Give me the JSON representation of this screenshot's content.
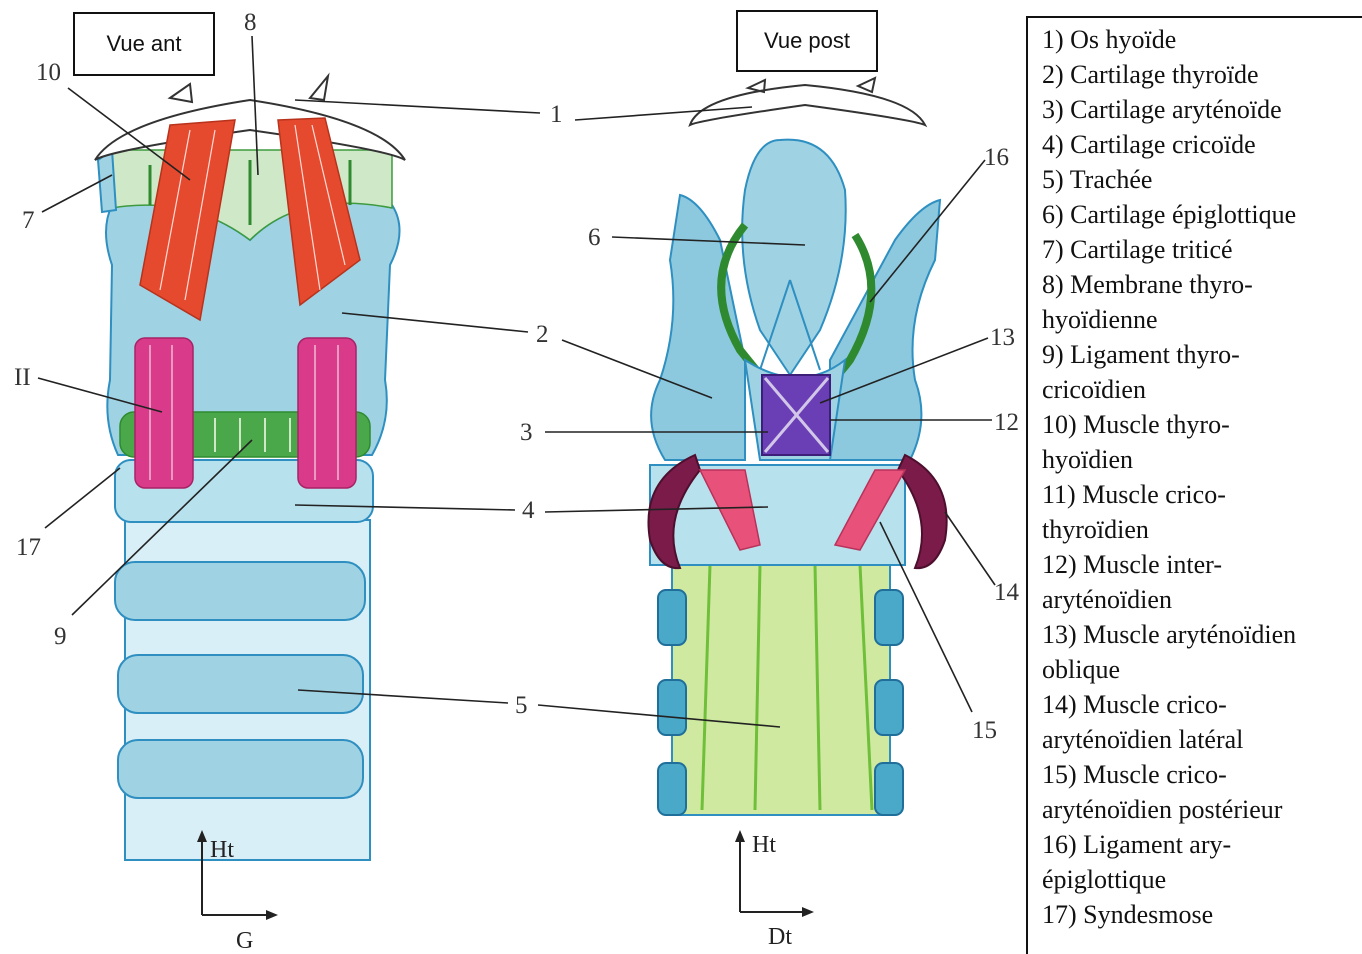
{
  "views": {
    "anterior": "Vue ant",
    "posterior": "Vue post"
  },
  "callouts_left": [
    "10",
    "8",
    "1",
    "7",
    "2",
    "II",
    "17",
    "4",
    "9",
    "5"
  ],
  "callouts_right": [
    "16",
    "6",
    "13",
    "3",
    "12",
    "14",
    "15"
  ],
  "axes_left": {
    "up": "Ht",
    "side": "G"
  },
  "axes_right": {
    "up": "Ht",
    "side": "Dt"
  },
  "legend": [
    "1) Os hyoïde",
    "2) Cartilage thyroïde",
    "3) Cartilage aryténoïde",
    "4) Cartilage cricoïde",
    "5) Trachée",
    "6) Cartilage épiglottique",
    "7) Cartilage triticé",
    "8) Membrane thyro-\nhyoïdienne",
    "9) Ligament thyro-\ncricoïdien",
    "10) Muscle thyro-\nhyoïdien",
    "11) Muscle crico-\nthyroïdien",
    "12) Muscle inter-\naryténoïdien",
    "13) Muscle aryténoïdien\noblique",
    "14) Muscle crico-\naryténoïdien latéral",
    "15) Muscle crico-\naryténoïdien postérieur",
    "16) Ligament ary-\népiglottique",
    "17) Syndesmose"
  ],
  "colors": {
    "cartilage": "#9fd3e4",
    "cartilage_outline": "#2e8fc0",
    "membrane": "#3e9a3e",
    "muscle_red": "#e64a2e",
    "muscle_pink": "#d93b8a",
    "muscle_purple": "#5a2fa0",
    "muscle_dark": "#7a1b4a",
    "trachea_post": "#cfeaa0"
  }
}
